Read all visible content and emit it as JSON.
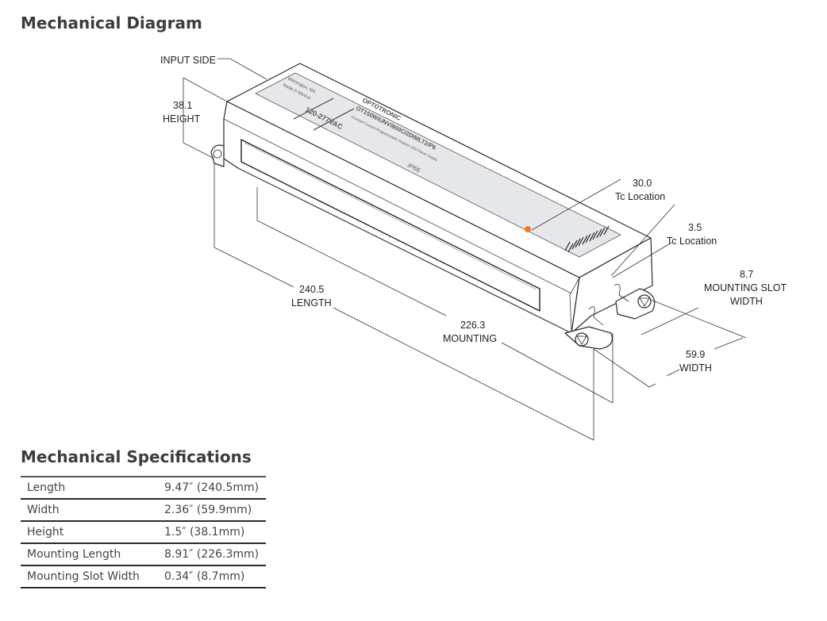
{
  "headings": {
    "diagram": "Mechanical Diagram",
    "specs": "Mechanical Specifications"
  },
  "diagram": {
    "callouts": {
      "input_side": "INPUT SIDE",
      "height_value": "38.1",
      "height_label": "HEIGHT",
      "length_value": "240.5",
      "length_label": "LENGTH",
      "mounting_value": "226.3",
      "mounting_label": "MOUNTING",
      "tc1_value": "30.0",
      "tc1_label": "Tc Location",
      "tc2_value": "3.5",
      "tc2_label": "Tc Location",
      "slot_value": "8.7",
      "slot_label_1": "MOUNTING SLOT",
      "slot_label_2": "WIDTH",
      "width_value": "59.9",
      "width_label": "WIDTH"
    },
    "device_label": {
      "brand": "OPTOTRONIC",
      "model": "OT150W/UNV/800C/2DIMLT2/P6",
      "voltage": "120-277VAC",
      "description": "Constant Current Programmable Outdoor LED Power Supply",
      "rating": "IP66",
      "origin_1": "Wilmington, MA",
      "origin_2": "Made in Mexico"
    },
    "colors": {
      "tc_marker": "#f07a22",
      "label_fill": "#e6e7ea",
      "line": "#2a2a2a"
    }
  },
  "specs": {
    "rows": [
      {
        "label": "Length",
        "value": "9.47″ (240.5mm)"
      },
      {
        "label": "Width",
        "value": "2.36″ (59.9mm)"
      },
      {
        "label": "Height",
        "value": "1.5″ (38.1mm)"
      },
      {
        "label": "Mounting Length",
        "value": "8.91″ (226.3mm)"
      },
      {
        "label": "Mounting Slot Width",
        "value": "0.34″ (8.7mm)"
      }
    ]
  }
}
